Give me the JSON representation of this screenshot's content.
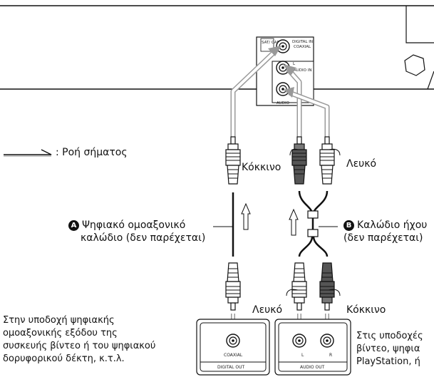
{
  "legend": {
    "signal_flow_label": ": Ροή σήματος"
  },
  "cable_a": {
    "badge": "A",
    "label_line1": "Ψηφιακό ομοαξονικό",
    "label_line2": "καλώδιο (δεν παρέχεται)"
  },
  "cable_b": {
    "badge": "B",
    "label_line1": "Καλώδιο ήχου",
    "label_line2": "(δεν παρέχεται)"
  },
  "plug_labels": {
    "top_red": "Κόκκινο",
    "top_white": "Λευκό",
    "bottom_white": "Λευκό",
    "bottom_red": "Κόκκινο"
  },
  "left_note": [
    "Στην υποδοχή ψηφιακής",
    "ομοαξονικής εξόδου της",
    "συσκευής βίντεο ή του ψηφιακού",
    "δορυφορικού δέκτη, κ.τ.λ."
  ],
  "right_note": [
    "Στις υποδοχές",
    "βίντεο, ψηφια",
    "PlayStation, ή"
  ],
  "unit_panel": {
    "sat_cable": "SAT/ CABLE",
    "digital_in": "DIGITAL IN",
    "coaxial": "COAXIAL",
    "l": "L",
    "audio_in": "AUDIO IN",
    "audio": "AUDIO"
  },
  "source_panel": {
    "coaxial": "COAXIAL",
    "digital_out": "DIGITAL OUT",
    "l": "L",
    "r": "R",
    "audio_out": "AUDIO OUT"
  }
}
